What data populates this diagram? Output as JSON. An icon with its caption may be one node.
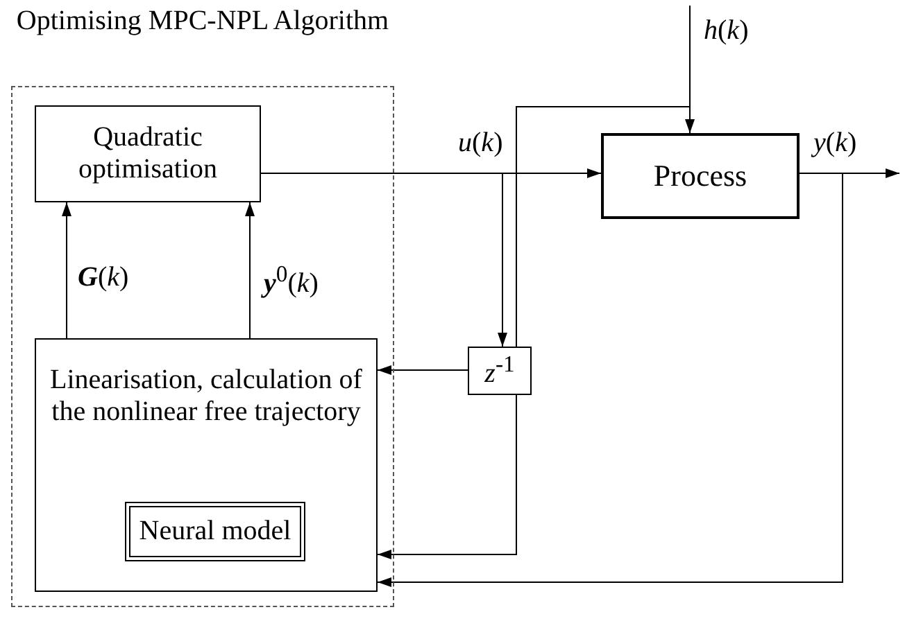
{
  "diagram": {
    "nodes": [
      {
        "text": [
          "Optimising MPC-NPL Algorithm"
        ]
      },
      {
        "text": [
          "Quadratic optimisation"
        ],
        "in": 0
      },
      {
        "text": [
          "Linearisation, calculation of the nonlinear free trajectory"
        ],
        "in": 0
      },
      {
        "text": [
          "Neural model"
        ],
        "in": 2
      },
      {
        "text": [
          "*z*$^{-1}$"
        ]
      },
      {
        "text": [
          "Process"
        ]
      }
    ],
    "edges": [
      {
        "from": 2,
        "to": 1,
        "arrow": "to",
        "label": "**G**(*k*)"
      },
      {
        "from": 2,
        "to": 1,
        "arrow": "to",
        "label": "**y**$^{0}$(*k*)"
      },
      {
        "from": 1,
        "to": 5,
        "arrow": "to",
        "label": "*u*(*k*)"
      },
      {
        "from": 1,
        "to": 4,
        "arrow": "to"
      },
      {
        "from": 4,
        "to": 2,
        "arrow": "to"
      },
      {
        "from": null,
        "to": 5,
        "arrow": "to",
        "label": "*h*(*k*)"
      },
      {
        "from": null,
        "to": 2,
        "arrow": "to"
      },
      {
        "from": 5,
        "to": null,
        "arrow": "to",
        "label": "*y*(*k*)"
      },
      {
        "from": 5,
        "to": 2,
        "arrow": "to"
      }
    ]
  }
}
